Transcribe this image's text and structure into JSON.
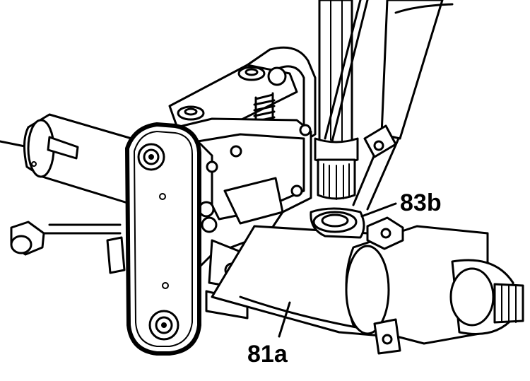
{
  "diagram": {
    "callouts": [
      {
        "id": "83b",
        "text": "83b"
      },
      {
        "id": "81a",
        "text": "81a"
      }
    ],
    "colors": {
      "ink": "#000000",
      "paper": "#ffffff"
    }
  }
}
